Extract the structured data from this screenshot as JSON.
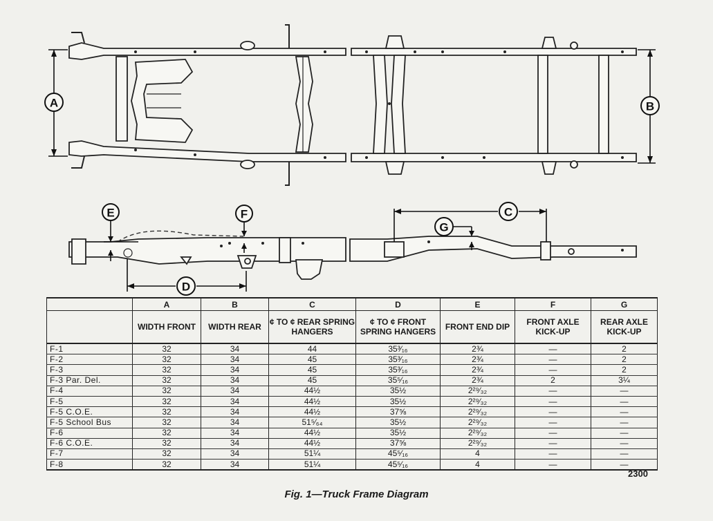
{
  "dimension_labels": [
    "A",
    "B",
    "C",
    "D",
    "E",
    "F",
    "G"
  ],
  "table": {
    "letters": [
      "",
      "A",
      "B",
      "C",
      "D",
      "E",
      "F",
      "G"
    ],
    "headers": [
      "",
      "WIDTH FRONT",
      "WIDTH REAR",
      "¢ TO ¢ REAR SPRING HANGERS",
      "¢ TO ¢ FRONT SPRING HANGERS",
      "FRONT END DIP",
      "FRONT AXLE KICK-UP",
      "REAR AXLE KICK-UP"
    ],
    "rows": [
      [
        "F-1",
        "32",
        "34",
        "44",
        "35³⁄₁₆",
        "2¾",
        "—",
        "2"
      ],
      [
        "F-2",
        "32",
        "34",
        "45",
        "35³⁄₁₆",
        "2¾",
        "—",
        "2"
      ],
      [
        "F-3",
        "32",
        "34",
        "45",
        "35³⁄₁₆",
        "2¾",
        "—",
        "2"
      ],
      [
        "F-3  Par. Del.",
        "32",
        "34",
        "45",
        "35⁵⁄₁₆",
        "2¾",
        "2",
        "3¼"
      ],
      [
        "F-4",
        "32",
        "34",
        "44½",
        "35½",
        "2²⁹⁄₃₂",
        "—",
        "—"
      ],
      [
        "F-5",
        "32",
        "34",
        "44½",
        "35½",
        "2²⁹⁄₃₂",
        "—",
        "—"
      ],
      [
        "F-5  C.O.E.",
        "32",
        "34",
        "44½",
        "37⅝",
        "2²⁹⁄₃₂",
        "—",
        "—"
      ],
      [
        "F-5  School Bus",
        "32",
        "34",
        "51⁵⁄₆₄",
        "35½",
        "2²⁹⁄₃₂",
        "—",
        "—"
      ],
      [
        "F-6",
        "32",
        "34",
        "44½",
        "35½",
        "2²⁹⁄₃₂",
        "—",
        "—"
      ],
      [
        "F-6  C.O.E.",
        "32",
        "34",
        "44½",
        "37⅝",
        "2²⁹⁄₃₂",
        "—",
        "—"
      ],
      [
        "F-7",
        "32",
        "34",
        "51¼",
        "45⁵⁄₁₆",
        "4",
        "—",
        "—"
      ],
      [
        "F-8",
        "32",
        "34",
        "51¼",
        "45⁵⁄₁₆",
        "4",
        "—",
        "—"
      ]
    ]
  },
  "figure_number": "2300",
  "caption": "Fig. 1—Truck Frame Diagram"
}
